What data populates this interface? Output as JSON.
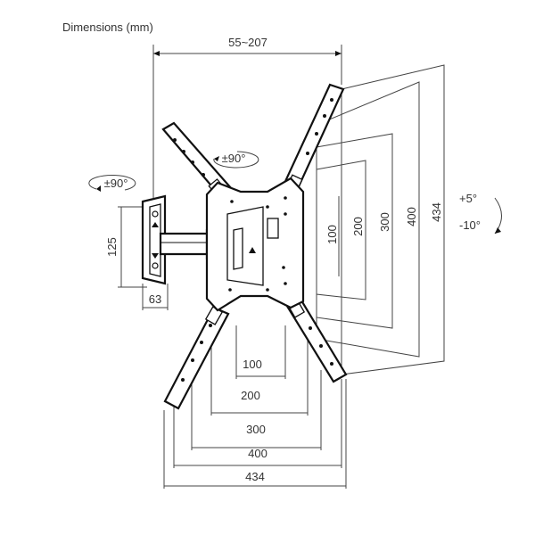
{
  "title": "Dimensions (mm)",
  "arm_extension": "55~207",
  "rotation_label": "±90°",
  "swivel_label": "±90°",
  "tilt": {
    "up": "+5°",
    "down": "-10°"
  },
  "wall_plate": {
    "height": "125",
    "width": "63"
  },
  "vesa_horizontal": [
    "100",
    "200",
    "300",
    "400",
    "434"
  ],
  "vesa_vertical": [
    "100",
    "200",
    "300",
    "400",
    "434"
  ]
}
